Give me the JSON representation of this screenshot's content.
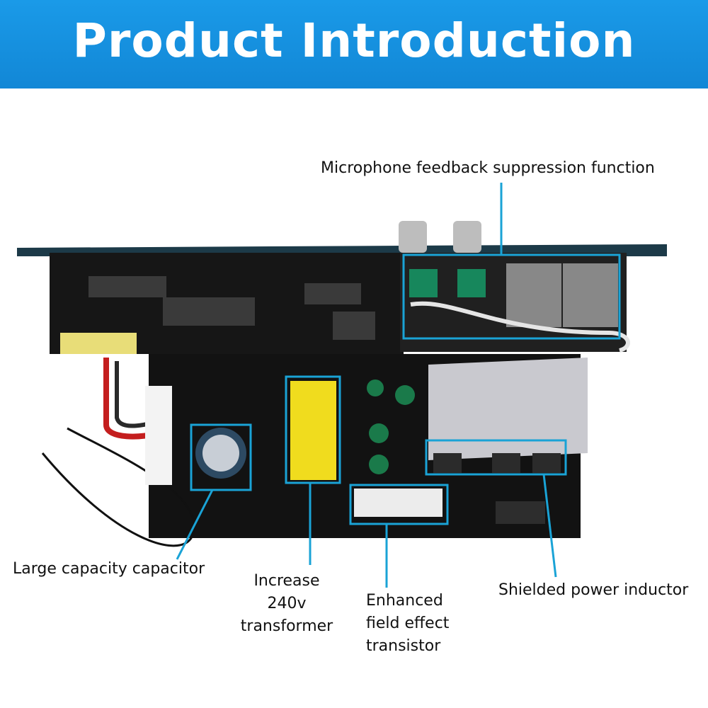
{
  "banner": {
    "title": "Product Introduction",
    "background_color": "#1a9ae8"
  },
  "callouts": {
    "microphone": "Microphone feedback suppression function",
    "capacitor": "Large capacity capacitor",
    "transformer_line1": "Increase",
    "transformer_line2": "240v",
    "transformer_line3": "transformer",
    "transistor_line1": "Enhanced",
    "transistor_line2": "field effect",
    "transistor_line3": "transistor",
    "inductor": "Shielded power inductor"
  },
  "colors": {
    "highlight": "#1aa3d6",
    "board": "#141414",
    "transformer": "#f0dc1e",
    "heatsink": "#c9c9cf"
  }
}
